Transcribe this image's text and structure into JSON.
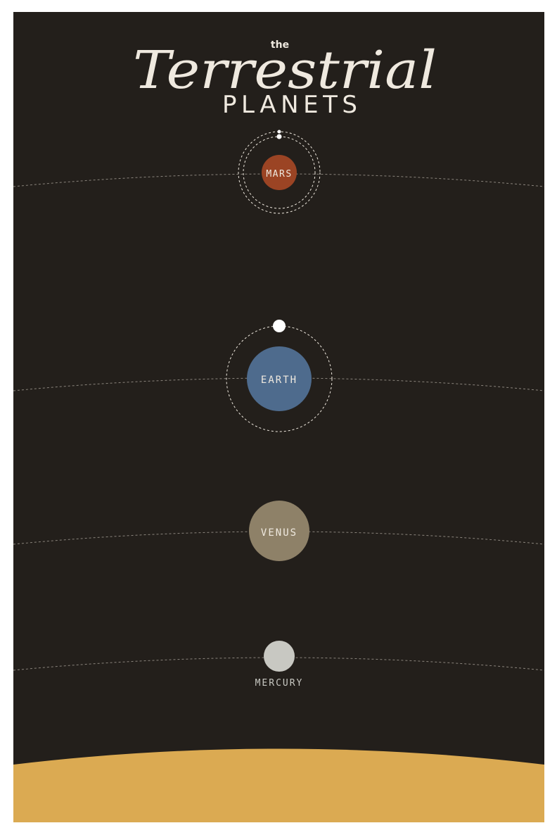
{
  "title": {
    "article": "the",
    "main": "Terrestrial",
    "sub": "PLANETS"
  },
  "planets": [
    {
      "name": "MARS",
      "color": "#9b4424",
      "moons": 2
    },
    {
      "name": "EARTH",
      "color": "#4e6b8d",
      "moons": 1
    },
    {
      "name": "VENUS",
      "color": "#8e8168",
      "moons": 0
    },
    {
      "name": "MERCURY",
      "color": "#c8c8c2",
      "moons": 0
    }
  ],
  "colors": {
    "background": "#231f1b",
    "sun": "#dbaa52",
    "title_text": "#efe9df",
    "orbit_line": "#8a847c",
    "moon": "#ffffff"
  }
}
